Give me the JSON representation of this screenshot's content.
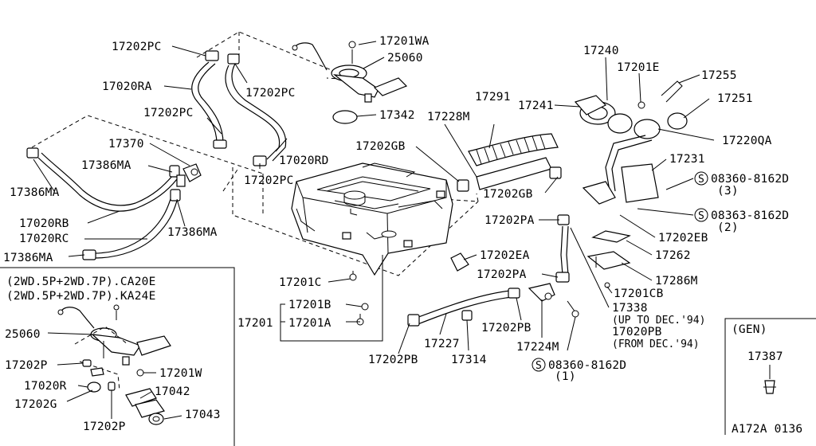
{
  "diagram": {
    "parts": {
      "p17202PC_a": "17202PC",
      "p17020RA": "17020RA",
      "p17202PC_b": "17202PC",
      "p17202PC_c": "17202PC",
      "p17202PC_d": "17202PC",
      "p17201WA": "17201WA",
      "p25060": "25060",
      "p17342": "17342",
      "p17020RD": "17020RD",
      "p17370": "17370",
      "p17386MA_a": "17386MA",
      "p17386MA_b": "17386MA",
      "p17386MA_c": "17386MA",
      "p17386MA_d": "17386MA",
      "p17020RB": "17020RB",
      "p17020RC": "17020RC",
      "p17291": "17291",
      "p17228M": "17228M",
      "p17202GB_a": "17202GB",
      "p17202GB_b": "17202GB",
      "p17240": "17240",
      "p17201E": "17201E",
      "p17255": "17255",
      "p17241": "17241",
      "p17251": "17251",
      "p17220QA": "17220QA",
      "p17231": "17231",
      "p08360_a": "08360-8162D",
      "p08360_a_qty": "(3)",
      "p08363": "08363-8162D",
      "p08363_qty": "(2)",
      "p17202PA_a": "17202PA",
      "p17202EB": "17202EB",
      "p17262": "17262",
      "p17202EA": "17202EA",
      "p17202PA_b": "17202PA",
      "p17286M": "17286M",
      "p17201C": "17201C",
      "p17201CB": "17201CB",
      "p17201B": "17201B",
      "p17201": "17201",
      "p17201A": "17201A",
      "p17338": "17338",
      "p17338_note1": "(UP TO DEC.'94)",
      "p17020PB": "17020PB",
      "p17020PB_note": "(FROM DEC.'94)",
      "p17227": "17227",
      "p17202PB_a": "17202PB",
      "p17202PB_b": "17202PB",
      "p17314": "17314",
      "p17224M": "17224M",
      "p08360_b": "08360-8162D",
      "p08360_b_qty": "(1)",
      "gen_title": "(GEN)",
      "p17387": "17387",
      "diagram_code": "A172A 0136",
      "screw_symbol": "S"
    },
    "inset": {
      "line1": "(2WD.5P+2WD.7P).CA20E",
      "line2": "(2WD.5P+2WD.7P).KA24E",
      "p25060": "25060",
      "p17202P_a": "17202P",
      "p17201W": "17201W",
      "p17020R": "17020R",
      "p17042": "17042",
      "p17202G": "17202G",
      "p17202P_b": "17202P",
      "p17043": "17043"
    }
  }
}
